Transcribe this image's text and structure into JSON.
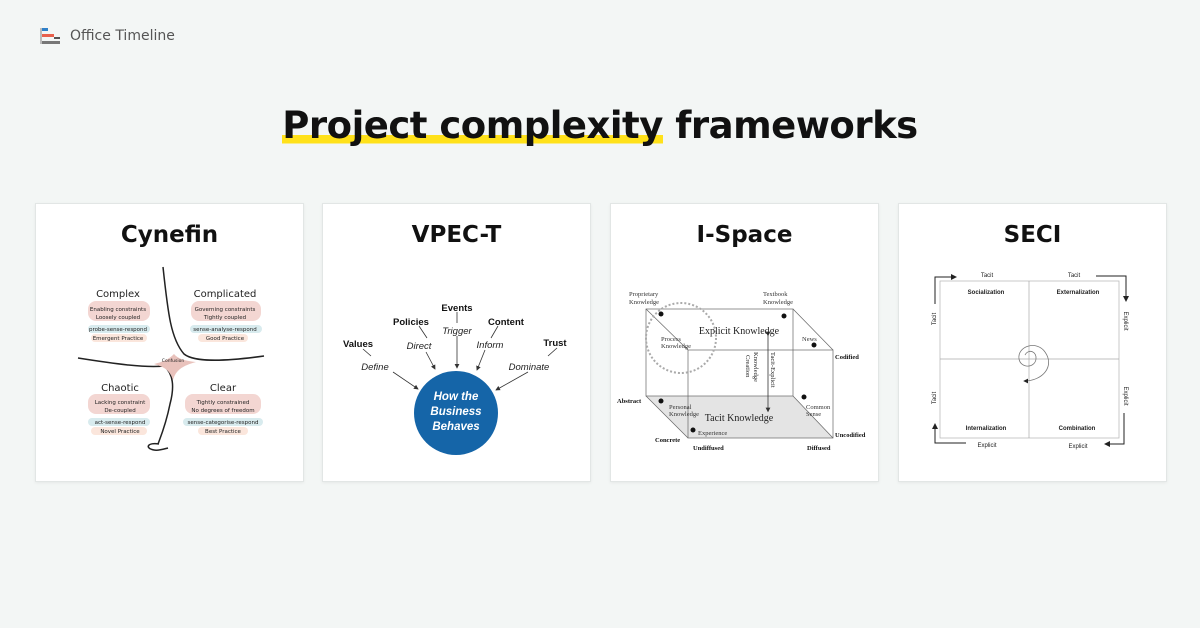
{
  "brand": {
    "name": "Office Timeline",
    "icon": "gantt-logo-icon",
    "colors": [
      "#2f80c8",
      "#e8604c",
      "#555555"
    ]
  },
  "title": {
    "highlight": "Project complexity",
    "rest": " frameworks",
    "highlight_color": "#ffe11a"
  },
  "cards": [
    {
      "title": "Cynefin",
      "domains": {
        "complex": {
          "name": "Complex",
          "lines": [
            "Enabling constraints",
            "Loosely coupled"
          ],
          "approach": "probe-sense-respond",
          "practice": "Emergent Practice"
        },
        "complicated": {
          "name": "Complicated",
          "lines": [
            "Governing constraints",
            "Tightly coupled"
          ],
          "approach": "sense-analyse-respond",
          "practice": "Good Practice"
        },
        "chaotic": {
          "name": "Chaotic",
          "lines": [
            "Lacking constraint",
            "De-coupled"
          ],
          "approach": "act-sense-respond",
          "practice": "Novel Practice"
        },
        "clear": {
          "name": "Clear",
          "lines": [
            "Tightly constrained",
            "No degrees of freedom"
          ],
          "approach": "sense-categorise-respond",
          "practice": "Best Practice"
        },
        "center": "Confusion"
      }
    },
    {
      "title": "VPEC-T",
      "nodes": [
        {
          "label": "Values",
          "verb": "Define"
        },
        {
          "label": "Policies",
          "verb": "Direct"
        },
        {
          "label": "Events",
          "verb": "Trigger"
        },
        {
          "label": "Content",
          "verb": "Inform"
        },
        {
          "label": "Trust",
          "verb": "Dominate"
        }
      ],
      "center": [
        "How the",
        "Business",
        "Behaves"
      ],
      "center_color": "#1565a8"
    },
    {
      "title": "I-Space",
      "labels": {
        "proprietary": [
          "Proprietary",
          "Knowledge"
        ],
        "textbook": [
          "Textbook",
          "Knowledge"
        ],
        "explicit": "Explicit Knowledge",
        "process": [
          "Process",
          "Knowledge"
        ],
        "news": "News",
        "codified": "Codified",
        "abstract": "Abstract",
        "personal": [
          "Personal",
          "Knowledge"
        ],
        "tacit": "Tacit Knowledge",
        "common": [
          "Common",
          "Sense"
        ],
        "experience": "Experience",
        "concrete": "Concrete",
        "uncodified": "Uncodified",
        "undiffused": "Undiffused",
        "diffused": "Diffused",
        "arrow_a": "Tacit-Explicit",
        "arrow_b": "Knowledge",
        "arrow_c": "Creation"
      }
    },
    {
      "title": "SECI",
      "quadrants": [
        "Socialization",
        "Externalization",
        "Internalization",
        "Combination"
      ],
      "edges": {
        "top_left": "Tacit",
        "top_right": "Tacit",
        "bottom_left": "Explicit",
        "bottom_right": "Explicit",
        "left_top": "Tacit",
        "left_bottom": "Tacit",
        "right_top": "Explicit",
        "right_bottom": "Explicit"
      }
    }
  ]
}
